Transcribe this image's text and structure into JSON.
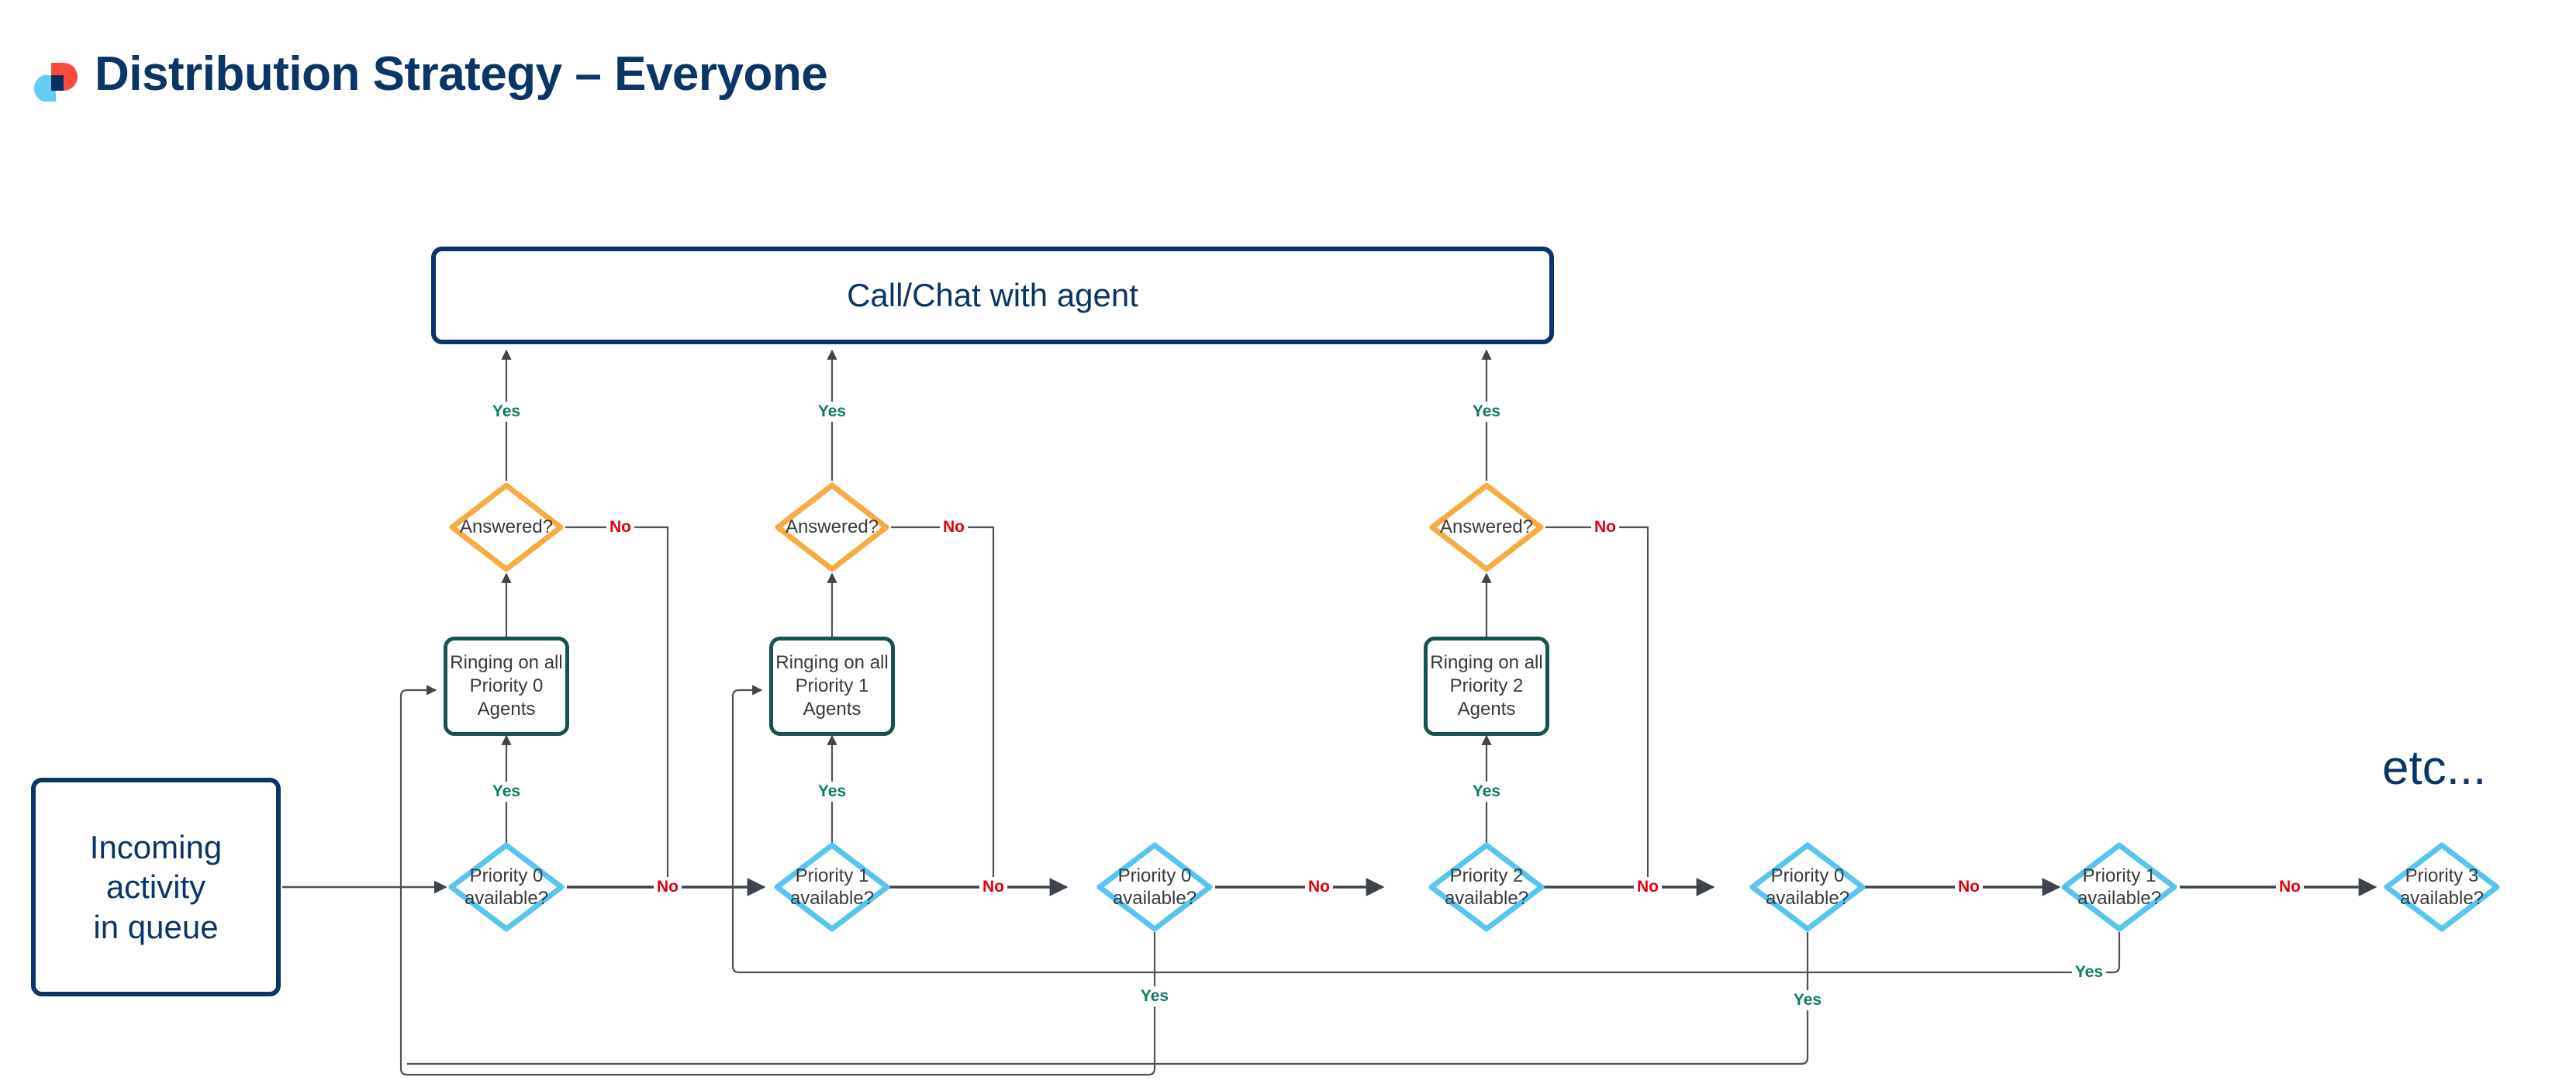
{
  "header": {
    "title": "Distribution Strategy – Everyone",
    "logo_icon": "brand-squares-logo",
    "logo_colors": {
      "red": "#fa4a3c",
      "light_blue": "#66ccf5",
      "navy": "#06315e"
    }
  },
  "colors": {
    "navy": "#0b3567",
    "teal": "#16534f",
    "light_blue": "#58c5f0",
    "orange": "#f6ac43",
    "yes_green": "#0f7a63",
    "no_red": "#e00010",
    "edge_gray": "#4d5359",
    "text_gray": "#3a3a3a"
  },
  "nodes": {
    "call_chat": {
      "label": "Call/Chat with agent",
      "shape": "rounded-rect",
      "border_color": "#0b3567"
    },
    "incoming": {
      "label_lines": [
        "Incoming",
        "activity",
        "in queue"
      ],
      "shape": "rounded-rect",
      "border_color": "#0b3567"
    },
    "etc": {
      "label": "etc..."
    },
    "answered": [
      {
        "id": "answered-0",
        "label": "Answered?",
        "shape": "diamond",
        "border_color": "#f6ac43"
      },
      {
        "id": "answered-1",
        "label": "Answered?",
        "shape": "diamond",
        "border_color": "#f6ac43"
      },
      {
        "id": "answered-2",
        "label": "Answered?",
        "shape": "diamond",
        "border_color": "#f6ac43"
      }
    ],
    "ringing": [
      {
        "id": "ringing-0",
        "label_lines": [
          "Ringing on all",
          "Priority 0",
          "Agents"
        ],
        "shape": "rounded-rect",
        "border_color": "#16534f"
      },
      {
        "id": "ringing-1",
        "label_lines": [
          "Ringing on all",
          "Priority 1",
          "Agents"
        ],
        "shape": "rounded-rect",
        "border_color": "#16534f"
      },
      {
        "id": "ringing-2",
        "label_lines": [
          "Ringing on all",
          "Priority 2",
          "Agents"
        ],
        "shape": "rounded-rect",
        "border_color": "#16534f"
      }
    ],
    "priority_checks": [
      {
        "id": "pcheck-1",
        "label_lines": [
          "Priority 0",
          "available?"
        ],
        "shape": "diamond",
        "border_color": "#58c5f0"
      },
      {
        "id": "pcheck-2",
        "label_lines": [
          "Priority 1",
          "available?"
        ],
        "shape": "diamond",
        "border_color": "#58c5f0"
      },
      {
        "id": "pcheck-3",
        "label_lines": [
          "Priority 0",
          "available?"
        ],
        "shape": "diamond",
        "border_color": "#58c5f0"
      },
      {
        "id": "pcheck-4",
        "label_lines": [
          "Priority 2",
          "available?"
        ],
        "shape": "diamond",
        "border_color": "#58c5f0"
      },
      {
        "id": "pcheck-5",
        "label_lines": [
          "Priority 0",
          "available?"
        ],
        "shape": "diamond",
        "border_color": "#58c5f0"
      },
      {
        "id": "pcheck-6",
        "label_lines": [
          "Priority 1",
          "available?"
        ],
        "shape": "diamond",
        "border_color": "#58c5f0"
      },
      {
        "id": "pcheck-7",
        "label_lines": [
          "Priority 3",
          "available?"
        ],
        "shape": "diamond",
        "border_color": "#58c5f0"
      }
    ]
  },
  "edge_labels": {
    "answered_yes_0": "Yes",
    "answered_yes_1": "Yes",
    "answered_yes_2": "Yes",
    "answered_no_0": "No",
    "answered_no_1": "No",
    "answered_no_2": "No",
    "pcheck_yes_1": "Yes",
    "pcheck_yes_2": "Yes",
    "pcheck_yes_3": "Yes",
    "pcheck_yes_4": "Yes",
    "pcheck_yes_5": "Yes",
    "pcheck_yes_6": "Yes",
    "pcheck_no_1": "No",
    "pcheck_no_2": "No",
    "pcheck_no_3": "No",
    "pcheck_no_4": "No",
    "pcheck_no_5": "No",
    "pcheck_no_6": "No"
  }
}
